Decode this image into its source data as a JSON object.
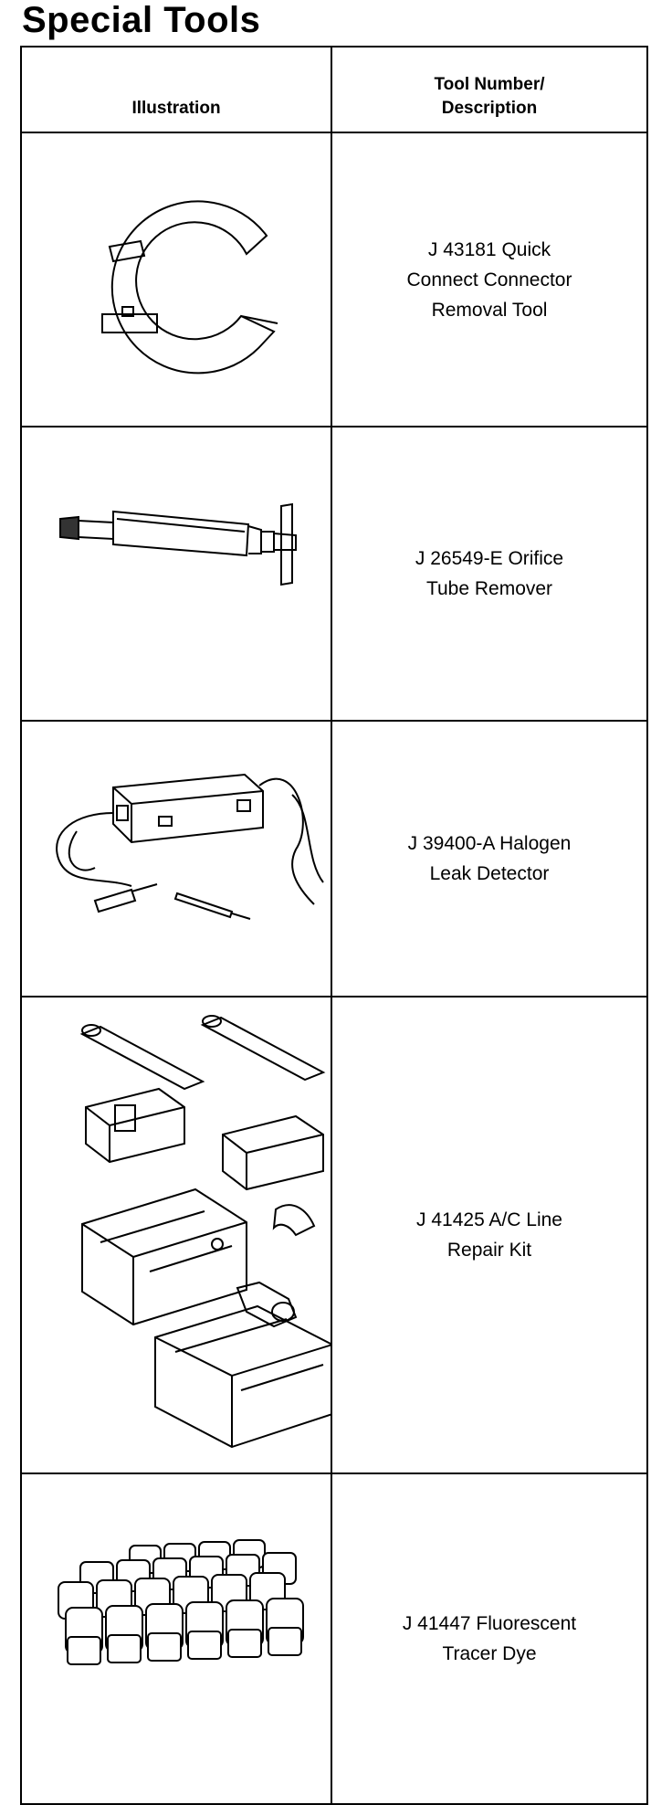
{
  "page": {
    "title": "Special Tools"
  },
  "table": {
    "headers": {
      "illustration": "Illustration",
      "description_line1": "Tool Number/",
      "description_line2": "Description"
    },
    "rows": [
      {
        "icon": "quick-connect-removal-tool-icon",
        "line1": "J 43181 Quick",
        "line2": "Connect Connector",
        "line3": "Removal Tool"
      },
      {
        "icon": "orifice-tube-remover-icon",
        "line1": "J 26549-E Orifice",
        "line2": "Tube Remover"
      },
      {
        "icon": "halogen-leak-detector-icon",
        "line1": "J 39400-A Halogen",
        "line2": "Leak Detector"
      },
      {
        "icon": "ac-line-repair-kit-icon",
        "line1": "J 41425 A/C Line",
        "line2": "Repair Kit"
      },
      {
        "icon": "fluorescent-tracer-dye-icon",
        "line1": "J 41447 Fluorescent",
        "line2": "Tracer Dye"
      }
    ]
  }
}
